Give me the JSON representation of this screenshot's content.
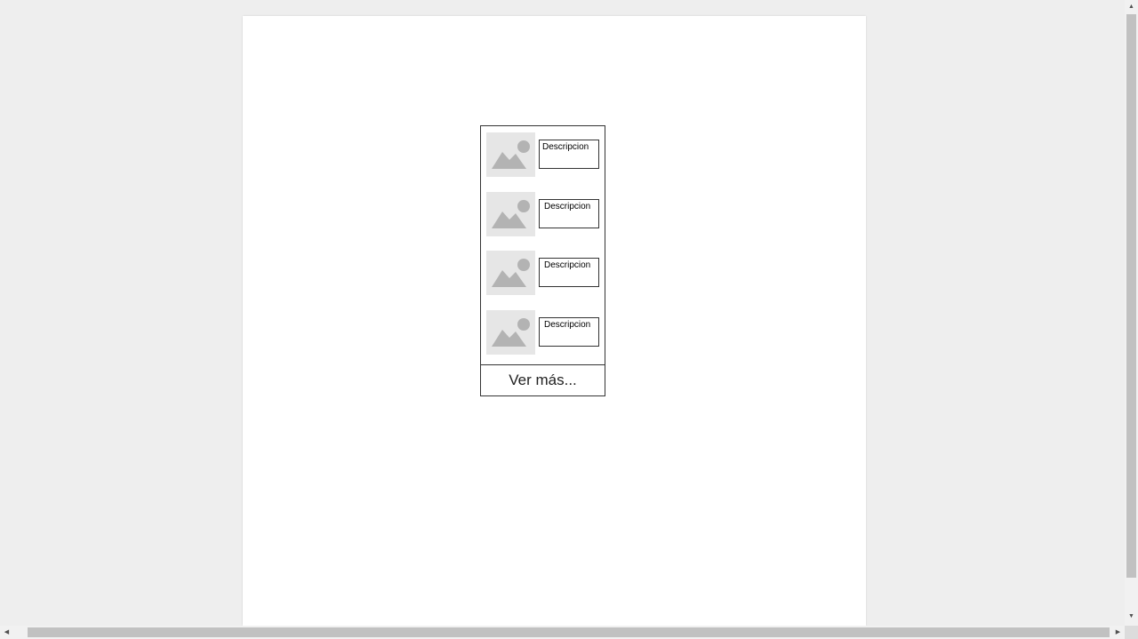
{
  "colors": {
    "background": "#eeeeee",
    "page": "#ffffff",
    "border": "#333333",
    "placeholder_bg": "#e6e6e6",
    "placeholder_icon": "#b3b3b3",
    "scrollbar_thumb": "#c1c1c1"
  },
  "list": {
    "items": [
      {
        "icon": "image-placeholder-icon",
        "description": "Descripcion"
      },
      {
        "icon": "image-placeholder-icon",
        "description": "Descripcion"
      },
      {
        "icon": "image-placeholder-icon",
        "description": "Descripcion"
      },
      {
        "icon": "image-placeholder-icon",
        "description": "Descripcion"
      }
    ],
    "see_more_label": "Ver más..."
  },
  "scrollbars": {
    "up_arrow": "▲",
    "down_arrow": "▼",
    "left_arrow": "◀",
    "right_arrow": "▶"
  }
}
